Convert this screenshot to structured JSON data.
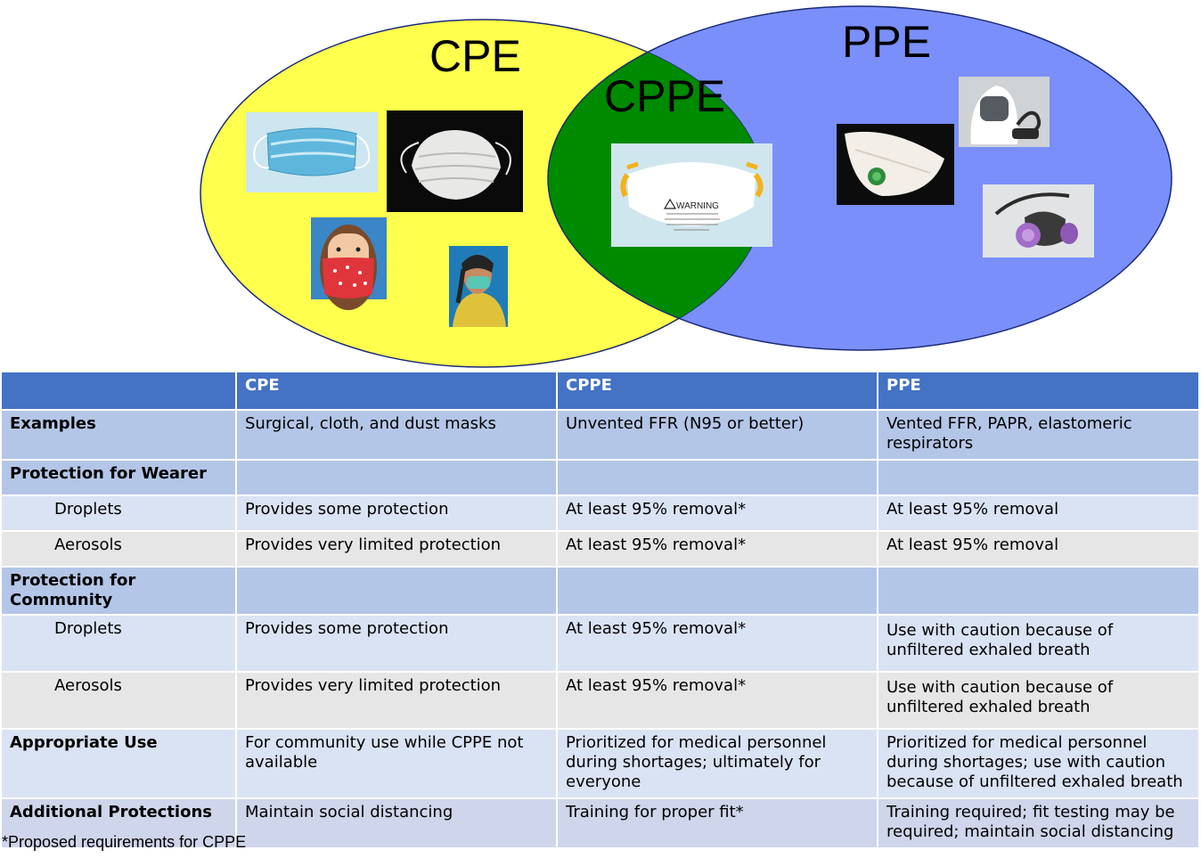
{
  "venn": {
    "labels": {
      "cpe": "CPE",
      "cppe": "CPPE",
      "ppe": "PPE"
    },
    "colors": {
      "cpe": "#ffff4d",
      "ppe": "#7a8ffa",
      "overlap": "#008a00",
      "outline": "#1a2a78"
    },
    "icons": {
      "cpe": [
        "surgical-mask-image",
        "dust-mask-image",
        "cloth-mask-person-image",
        "mask-person-image"
      ],
      "cppe": [
        "unvented-ffr-image"
      ],
      "ppe": [
        "vented-ffr-image",
        "papr-hood-image",
        "elastomeric-respirator-image"
      ]
    },
    "warning_text": "WARNING"
  },
  "table": {
    "headers": [
      "",
      "CPE",
      "CPPE",
      "PPE"
    ],
    "rows": [
      {
        "label": "Examples",
        "cells": [
          "Surgical, cloth, and dust masks",
          "Unvented FFR (N95 or better)",
          "Vented FFR, PAPR, elastomeric respirators"
        ]
      },
      {
        "label": "Protection for Wearer",
        "cells": [
          "",
          "",
          ""
        ]
      },
      {
        "label": "Droplets",
        "cells": [
          "Provides some protection",
          "At least 95% removal*",
          "At least 95% removal"
        ]
      },
      {
        "label": "Aerosols",
        "cells": [
          "Provides very limited protection",
          "At least 95% removal*",
          "At least 95% removal"
        ]
      },
      {
        "label": "Protection for Community",
        "cells": [
          "",
          "",
          ""
        ]
      },
      {
        "label": "Droplets",
        "cells": [
          "Provides some protection",
          "At least 95% removal*",
          "Use with caution because of unfiltered exhaled breath"
        ]
      },
      {
        "label": "Aerosols",
        "cells": [
          "Provides very limited protection",
          "At least 95% removal*",
          "Use with caution because of unfiltered exhaled breath"
        ]
      },
      {
        "label": "Appropriate Use",
        "cells": [
          "For community use while CPPE not available",
          "Prioritized for medical personnel during shortages; ultimately for everyone",
          "Prioritized for medical personnel during shortages; use with caution because of unfiltered exhaled breath"
        ]
      },
      {
        "label": "Additional Protections",
        "cells": [
          "Maintain social distancing",
          "Training for proper fit*",
          "Training required; fit testing may be required; maintain social distancing"
        ]
      }
    ]
  },
  "footnote": "*Proposed requirements for CPPE"
}
